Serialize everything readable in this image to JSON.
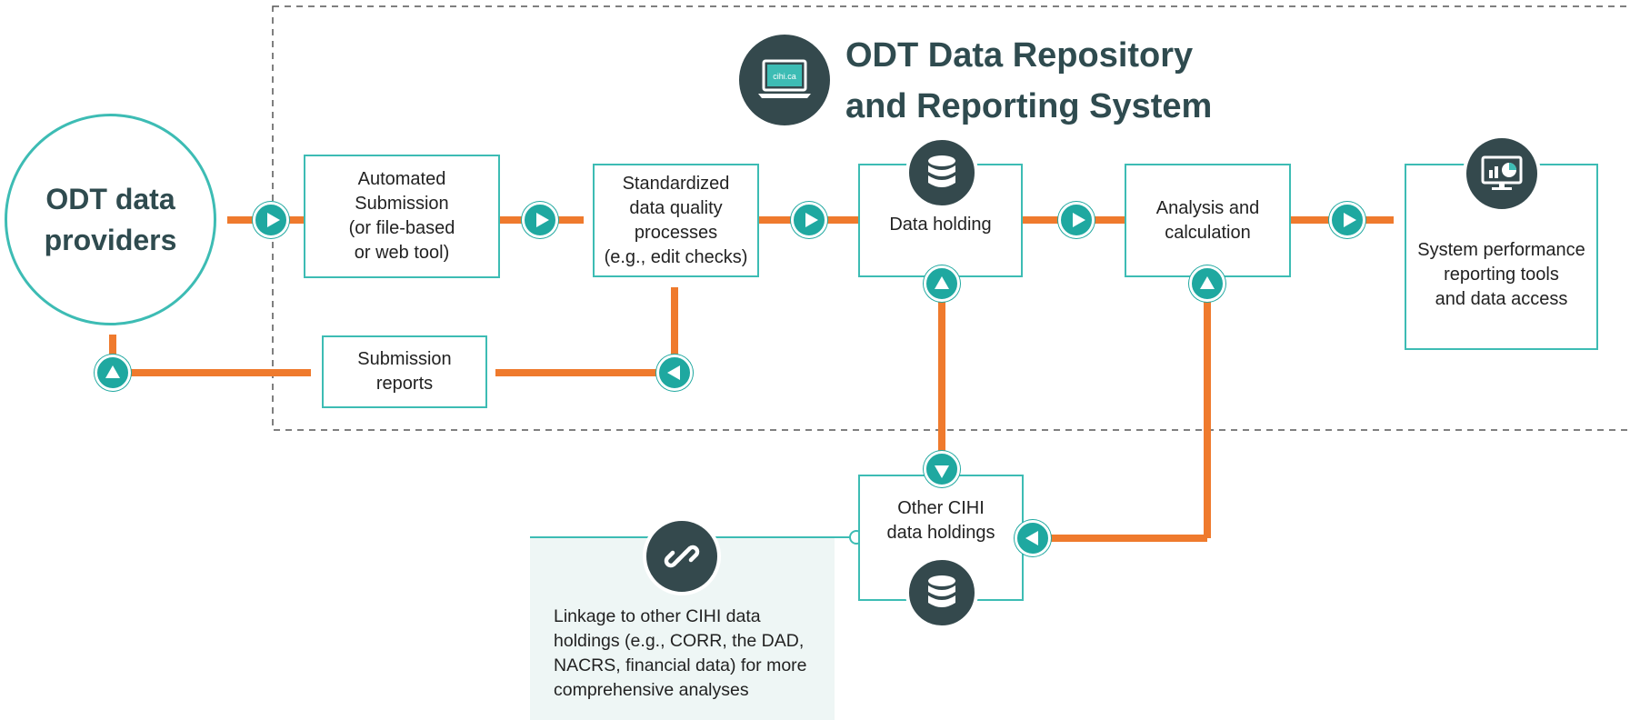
{
  "title": {
    "line1": "ODT Data Repository",
    "line2": "and Reporting System"
  },
  "title_icon": {
    "name": "laptop-icon",
    "screen_text": "cihi.ca"
  },
  "providers": {
    "line1": "ODT data",
    "line2": "providers"
  },
  "boxes": {
    "automated_submission": [
      "Automated",
      "Submission",
      "(or file-based",
      "or web tool)"
    ],
    "standardized_dq": [
      "Standardized",
      "data quality",
      "processes",
      "(e.g., edit checks)"
    ],
    "data_holding": [
      "Data holding"
    ],
    "analysis": [
      "Analysis and",
      "calculation"
    ],
    "reporting": [
      "System performance",
      "reporting tools",
      "and data access"
    ],
    "submission_reports": [
      "Submission",
      "reports"
    ],
    "other_holdings": [
      "Other CIHI",
      "data holdings"
    ]
  },
  "linkage": {
    "icon": "link-icon",
    "lines": [
      "Linkage to other CIHI data",
      "holdings (e.g., CORR, the DAD,",
      "NACRS, financial data) for more",
      "comprehensive analyses"
    ]
  },
  "icons": {
    "database": "database-icon",
    "monitor_chart": "monitor-chart-icon"
  },
  "colors": {
    "teal": "#3dbcb4",
    "teal_dark": "#1fa8a0",
    "orange": "#ef7a2d",
    "dark_slate": "#34494d",
    "title_text": "#2f4b4f",
    "panel_bg": "#eef6f5"
  }
}
